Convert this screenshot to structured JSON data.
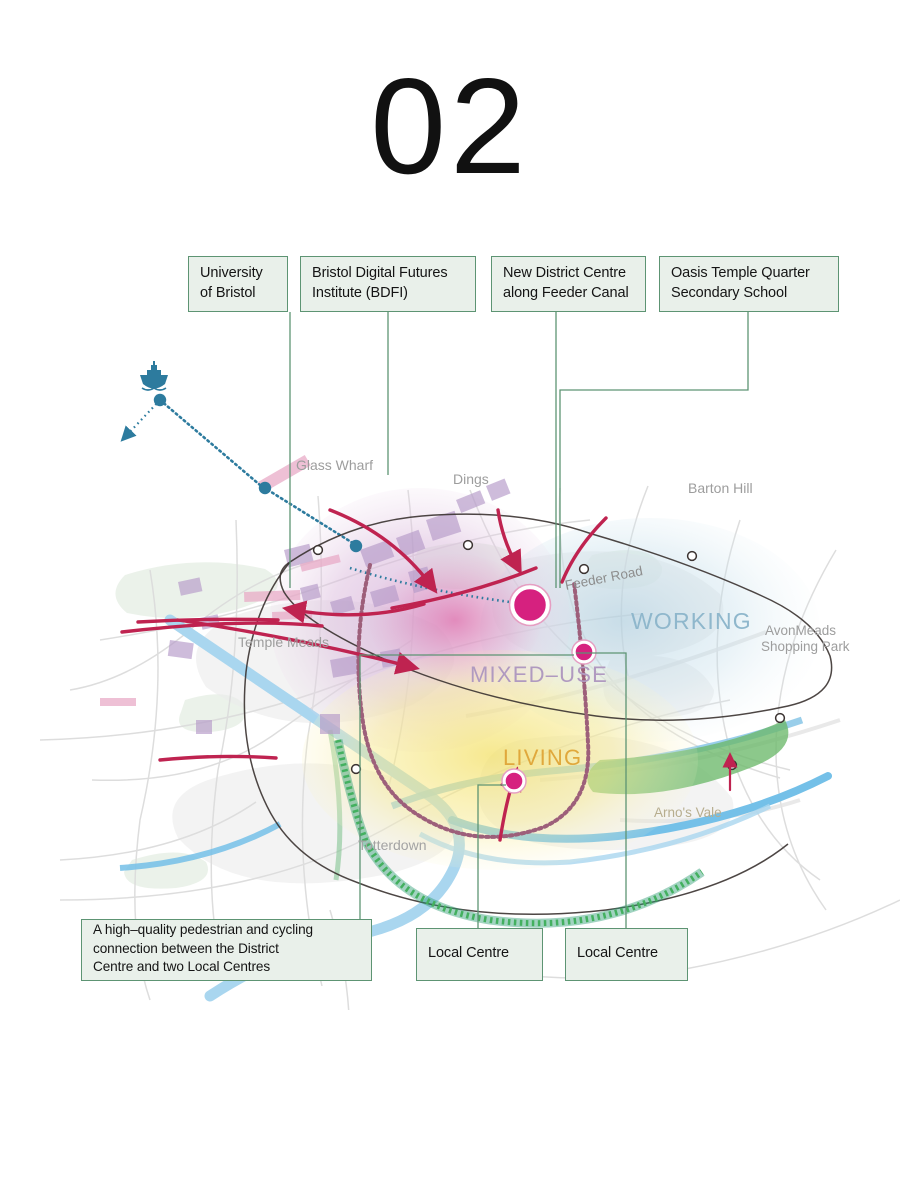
{
  "page": {
    "number": "02",
    "background_color": "#ffffff"
  },
  "colors": {
    "callout_fill": "#e9f0ea",
    "callout_border": "#5d9473",
    "leader_line": "#5d9473",
    "zone_mixed_use": "#d9b6d8",
    "zone_working": "#bcd6e4",
    "zone_living": "#f2e27a",
    "marker_pink": "#d6217f",
    "arrow_crimson": "#c0224f",
    "river_blue": "#7ec4e8",
    "ferry_blue": "#2d7b9e",
    "park_green": "#6cb86a",
    "boundary_dark": "#3a3230",
    "label_grey": "#9a9a9a"
  },
  "callouts": [
    {
      "id": "university",
      "label": "University\nof Bristol",
      "line1": "University",
      "line2": "of Bristol"
    },
    {
      "id": "bdfi",
      "label": "Bristol Digital Futures Institute (BDFI)",
      "line1": "Bristol Digital Futures",
      "line2": "Institute (BDFI)"
    },
    {
      "id": "district",
      "label": "New District Centre along Feeder Canal",
      "line1": "New District Centre",
      "line2": "along Feeder Canal"
    },
    {
      "id": "oasis",
      "label": "Oasis Temple Quarter Secondary School",
      "line1": "Oasis Temple Quarter",
      "line2": "Secondary School"
    },
    {
      "id": "cycling",
      "label": "A high-quality pedestrian and cycling connection between the District Centre and two Local Centres",
      "line1": "A high–quality pedestrian and cycling",
      "line2": "connection between the District",
      "line3": "Centre and two Local Centres"
    },
    {
      "id": "local_a",
      "label": "Local Centre",
      "line1": "Local Centre"
    },
    {
      "id": "local_b",
      "label": "Local Centre",
      "line1": "Local Centre"
    }
  ],
  "map": {
    "zone_labels": [
      {
        "name": "working",
        "text": "WORKING",
        "color": "#8fb7cc"
      },
      {
        "name": "mixed_use",
        "text": "MIXED–USE",
        "color": "#b09ac0"
      },
      {
        "name": "living",
        "text": "LIVING",
        "color": "#e0a83c"
      }
    ],
    "place_labels": [
      {
        "name": "glass-wharf",
        "text": "Glass Wharf"
      },
      {
        "name": "dings",
        "text": "Dings"
      },
      {
        "name": "barton-hill",
        "text": "Barton Hill"
      },
      {
        "name": "temple-meads",
        "text": "Temple Meads"
      },
      {
        "name": "feeder-road",
        "text": "Feeder Road"
      },
      {
        "name": "avonmeads-line1",
        "text": "AvonMeads"
      },
      {
        "name": "avonmeads-line2",
        "text": "Shopping Park"
      },
      {
        "name": "totterdown",
        "text": "Totterdown"
      },
      {
        "name": "arnos-vale",
        "text": "Arno's Vale"
      }
    ],
    "icons": [
      {
        "name": "ferry-icon",
        "meaning": "ferry / boat terminal"
      }
    ],
    "markers": [
      {
        "name": "district-centre-marker",
        "type": "large",
        "color": "#d6217f"
      },
      {
        "name": "local-centre-marker-east",
        "type": "small",
        "color": "#d6217f"
      },
      {
        "name": "local-centre-marker-south",
        "type": "small",
        "color": "#d6217f"
      }
    ]
  }
}
